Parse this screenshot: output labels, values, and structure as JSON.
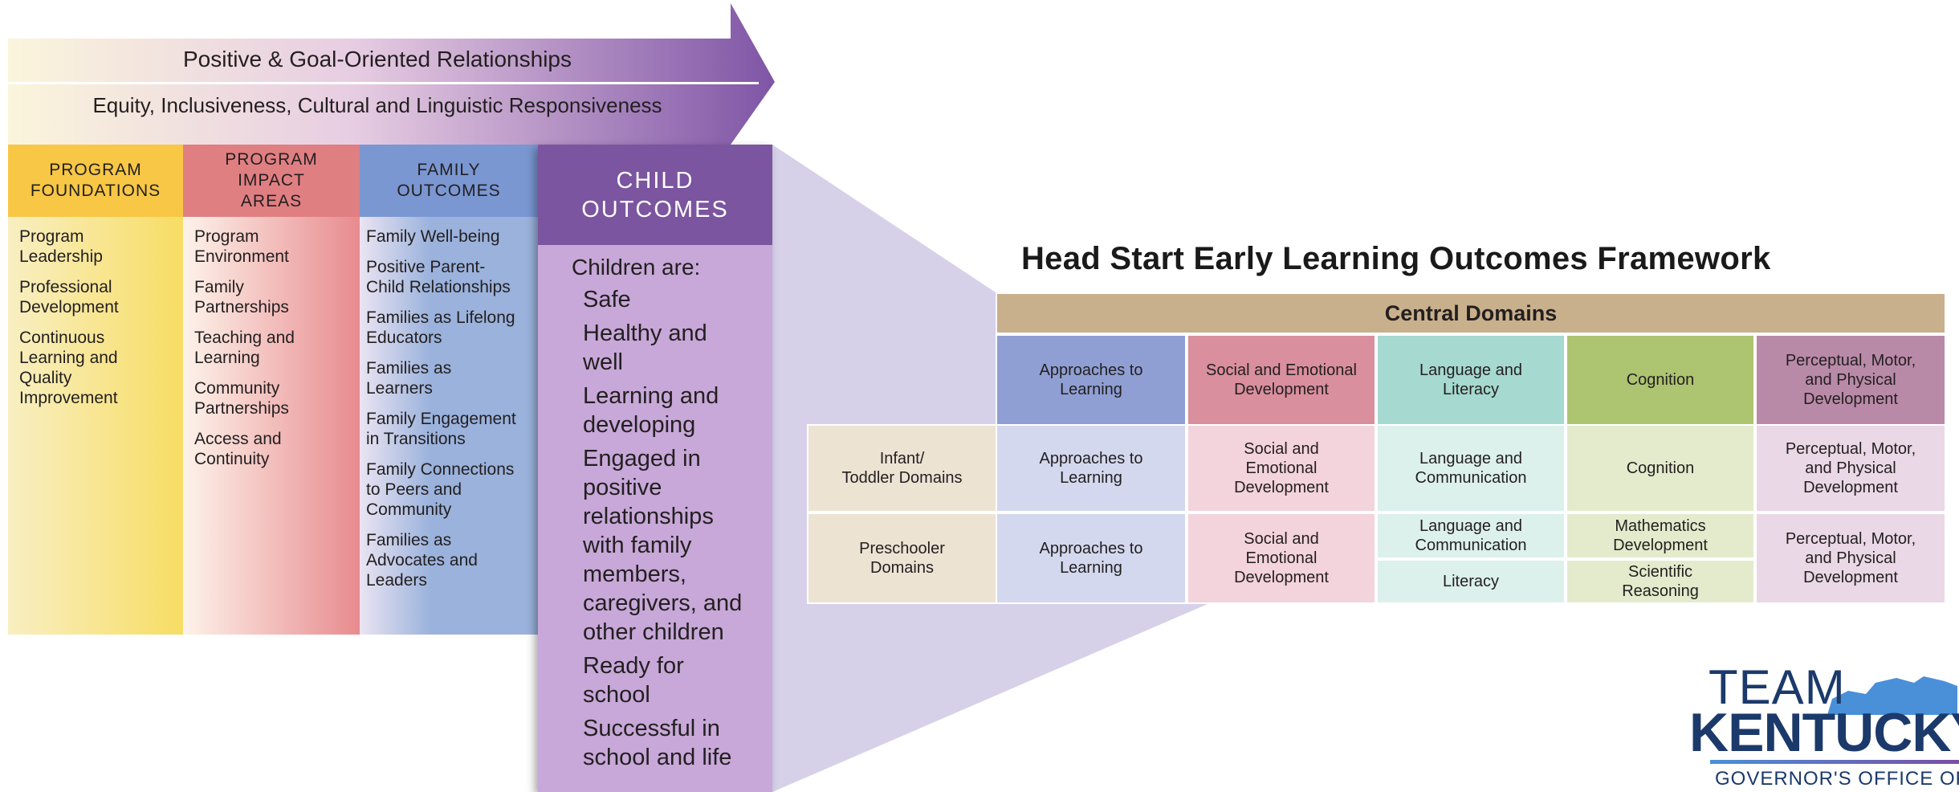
{
  "arrows": {
    "relationships": "Positive & Goal-Oriented Relationships",
    "equity": "Equity, Inclusiveness, Cultural and Linguistic Responsiveness"
  },
  "columns": {
    "foundations": {
      "title": "PROGRAM\nFOUNDATIONS",
      "items": [
        "Program\nLeadership",
        "Professional\nDevelopment",
        "Continuous\nLearning and\nQuality\nImprovement"
      ]
    },
    "impact": {
      "title": "PROGRAM\nIMPACT\nAREAS",
      "items": [
        "Program\nEnvironment",
        "Family\nPartnerships",
        "Teaching and\nLearning",
        "Community\nPartnerships",
        "Access and\nContinuity"
      ]
    },
    "family": {
      "title": "FAMILY\nOUTCOMES",
      "items": [
        "Family Well-being",
        "Positive Parent-\nChild Relationships",
        "Families as Lifelong\nEducators",
        "Families as\nLearners",
        "Family Engagement\nin Transitions",
        "Family Connections\nto Peers and\nCommunity",
        "Families as\nAdvocates and\nLeaders"
      ]
    },
    "child": {
      "title": "CHILD\nOUTCOMES",
      "intro": "Children are:",
      "items": [
        "Safe",
        "Healthy and\nwell",
        "Learning and\ndeveloping",
        "Engaged in\npositive\nrelationships\nwith family\nmembers,\ncaregivers, and\nother children",
        "Ready for\nschool",
        "Successful in\nschool and life"
      ]
    }
  },
  "framework": {
    "title": "Head Start Early Learning Outcomes Framework",
    "central_domains": "Central Domains",
    "headers": [
      "Approaches to\nLearning",
      "Social and Emotional\nDevelopment",
      "Language and\nLiteracy",
      "Cognition",
      "Perceptual, Motor,\nand Physical\nDevelopment"
    ],
    "infant_label": "Infant/\nToddler Domains",
    "infant": [
      "Approaches to\nLearning",
      "Social and\nEmotional\nDevelopment",
      "Language and\nCommunication",
      "Cognition",
      "Perceptual, Motor,\nand Physical\nDevelopment"
    ],
    "preschool_label": "Preschooler\nDomains",
    "preschool": {
      "approaches": "Approaches to\nLearning",
      "social": "Social and\nEmotional\nDevelopment",
      "language": "Language and\nCommunication",
      "literacy": "Literacy",
      "math": "Mathematics\nDevelopment",
      "science": "Scientific\nReasoning",
      "perceptual": "Perceptual, Motor,\nand Physical\nDevelopment"
    },
    "colors": {
      "tan": "#c9b08c",
      "row_label": "#ece3d3",
      "approaches_head": "#8f9fd3",
      "approaches_light": "#d3d8ee",
      "social_head": "#d98f9e",
      "social_light": "#f3d3dc",
      "language_head": "#a6d9cf",
      "language_light": "#dcf0ec",
      "cognition_head": "#adc471",
      "cognition_light": "#e3ebcc",
      "perceptual_head": "#b98aa8",
      "perceptual_light": "#ead8e6"
    }
  },
  "logo": {
    "line1": "TEAM",
    "line2": "KENTUCKY",
    "line3": "GOVERNOR'S OFFICE OF"
  }
}
